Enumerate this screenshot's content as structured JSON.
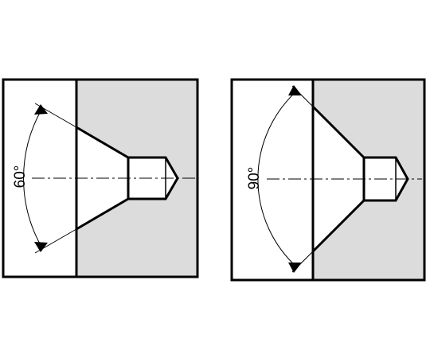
{
  "colors": {
    "background": "#ffffff",
    "line": "#000000",
    "workpiece_fill": "#dcdcdc"
  },
  "figures": [
    {
      "id": "countersink-60",
      "angle_label": "60°"
    },
    {
      "id": "countersink-90",
      "angle_label": "90°"
    }
  ]
}
